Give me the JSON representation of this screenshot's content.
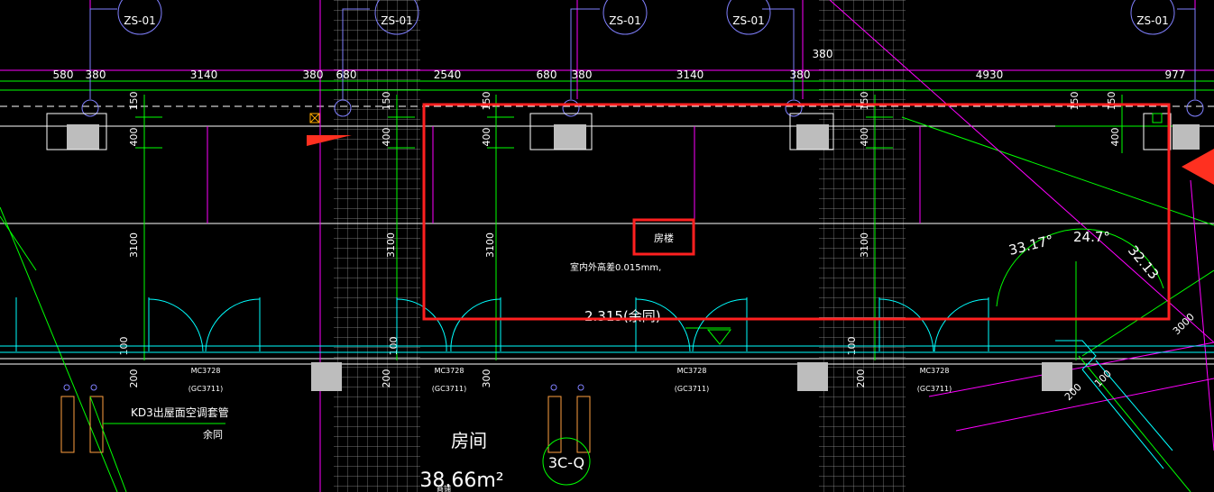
{
  "grid_tags": [
    "ZS-01",
    "ZS-01",
    "ZS-01",
    "ZS-01",
    "ZS-01"
  ],
  "dimensions": {
    "top_row": [
      "580",
      "380",
      "3140",
      "380",
      "680",
      "2540",
      "680",
      "380",
      "3140",
      "380",
      "4930",
      "977"
    ],
    "extra_380": "380",
    "vertical_150": "150",
    "vertical_400": "400",
    "vertical_3100": "3100",
    "vertical_100": "100",
    "vertical_200": "200",
    "vertical_300": "300",
    "right_200": "200",
    "right_100": "100",
    "right_3000": "3000"
  },
  "labels": {
    "selected_tag": "房楼",
    "height_note": "室内外高差0.015mm,",
    "elevation": "2.315(余同)",
    "door_code": "MC3728",
    "window_code": "(GC3711)",
    "ac_note": "KD3出屋面空调套管",
    "ac_note_sub": "余同",
    "room_name": "房间",
    "room_area": "38.66m²",
    "axis_tag": "3C-Q",
    "small_text": "商铺"
  },
  "angles": [
    "33.17°",
    "24.7°",
    "32.13"
  ],
  "colors": {
    "background": "#000000",
    "green": "#00ff00",
    "magenta": "#ff00ff",
    "cyan": "#00ffff",
    "white": "#ffffff",
    "selection": "#ff2020",
    "blue": "#7070ff",
    "orange": "#ff9f40"
  }
}
